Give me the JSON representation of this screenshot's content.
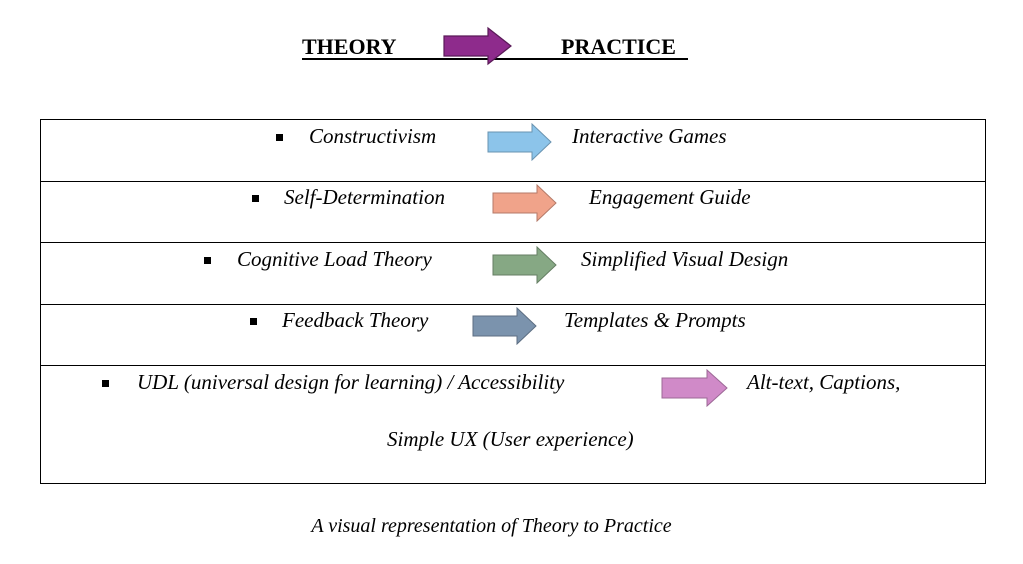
{
  "header": {
    "theory": "THEORY",
    "practice": "PRACTICE",
    "arrow_color": "#8e2b8c"
  },
  "rows": [
    {
      "theory": "Constructivism",
      "practice": "Interactive Games",
      "arrow_color": "#8cc4ea"
    },
    {
      "theory": "Self-Determination",
      "practice": "Engagement Guide",
      "arrow_color": "#f0a38a"
    },
    {
      "theory": "Cognitive Load Theory",
      "practice": "Simplified Visual Design",
      "arrow_color": "#86a884"
    },
    {
      "theory": "Feedback Theory",
      "practice": "Templates & Prompts",
      "arrow_color": "#7b93ad"
    },
    {
      "theory": "UDL (universal design for learning) / Accessibility",
      "practice": "Alt-text, Captions,",
      "practice_line2": "Simple UX (User experience)",
      "arrow_color": "#d08ac8"
    }
  ],
  "caption": "A visual representation of Theory to Practice"
}
